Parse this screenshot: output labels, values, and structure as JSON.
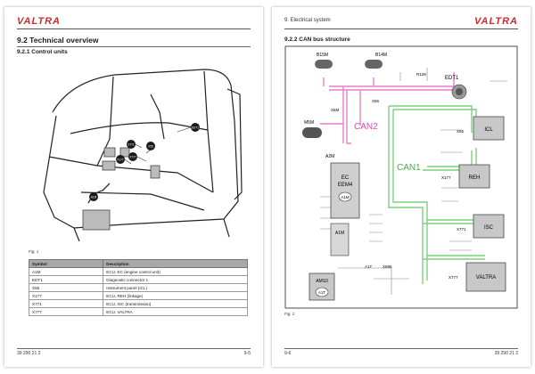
{
  "left_page": {
    "brand": "VALTRA",
    "section_title": "9.2 Technical overview",
    "subsection_title": "9.2.1 Control units",
    "figure_caption": "Fig. 1",
    "cab_labels": [
      "EDT1",
      "X55",
      "X771",
      "X777",
      "X177",
      "A1M"
    ],
    "table": {
      "headers": [
        "Symbol",
        "Description"
      ],
      "rows": [
        [
          "A1M",
          "ECU, EC (engine control unit)"
        ],
        [
          "EDT1",
          "Diagnostic connector 1"
        ],
        [
          "X55",
          "Instrument panel (ICL)"
        ],
        [
          "X177",
          "ECU, REH (linkage)"
        ],
        [
          "X771",
          "ECU, ISC (transmission)"
        ],
        [
          "X777",
          "ECU, VALTRA"
        ]
      ]
    },
    "footer_left": "39 290 21 2",
    "page_number": "9-5"
  },
  "right_page": {
    "brand": "VALTRA",
    "header_section": "9. Electrical system",
    "subsection_title": "9.2.2 CAN bus structure",
    "figure_caption": "Fig. 2",
    "footer_left": "9-6",
    "footer_right": "39 290 21 2",
    "diagram": {
      "buses": [
        "CAN2",
        "CAN1"
      ],
      "ecus": [
        "ICL",
        "REH",
        "ISC",
        "VALTRA"
      ],
      "connectors": [
        "X55",
        "X177",
        "X771",
        "X777",
        "X56",
        "X5M",
        "EDT1",
        "R128"
      ],
      "sensors": [
        "B15M",
        "B14M"
      ],
      "motor": "M5M",
      "engine_ecu": {
        "ref": "A2M",
        "line1": "EC",
        "line2": "EEM4",
        "badge": "A1M",
        "module": "A1M"
      },
      "ams": {
        "box": "AMS3",
        "badge": "A1T",
        "label_top": "A1T",
        "connector": "X896"
      }
    }
  },
  "colors": {
    "can1": "#7fcf7f",
    "can2": "#e87fc8",
    "brand": "#cf2a2a",
    "table_header": "#a8a8a8"
  }
}
